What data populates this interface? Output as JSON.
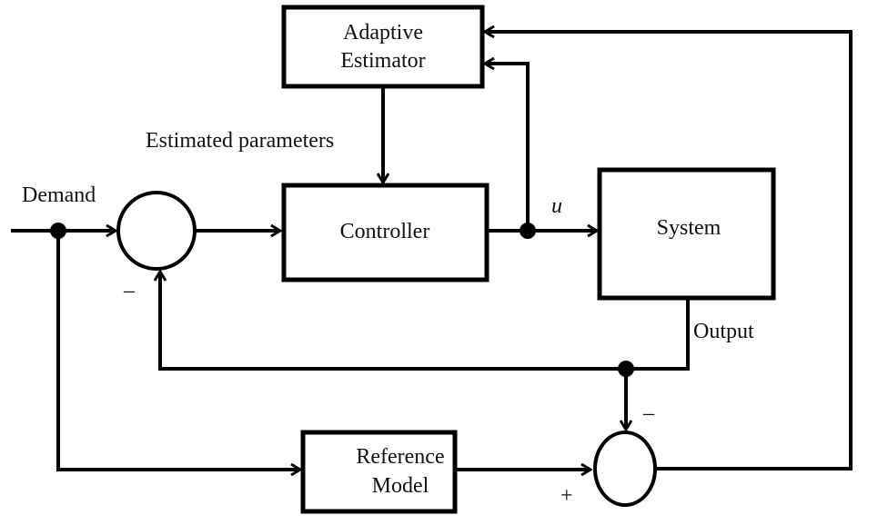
{
  "blocks": {
    "adaptive_estimator": [
      "Adaptive",
      "Estimator"
    ],
    "controller": "Controller",
    "system": "System",
    "reference_model": [
      "Reference",
      "Model"
    ]
  },
  "signals": {
    "demand": "Demand",
    "estimated_parameters": "Estimated parameters",
    "control": "u",
    "output": "Output"
  },
  "signs": {
    "sum1_feedback": "–",
    "sum2_output": "–",
    "sum2_reference": "+"
  }
}
